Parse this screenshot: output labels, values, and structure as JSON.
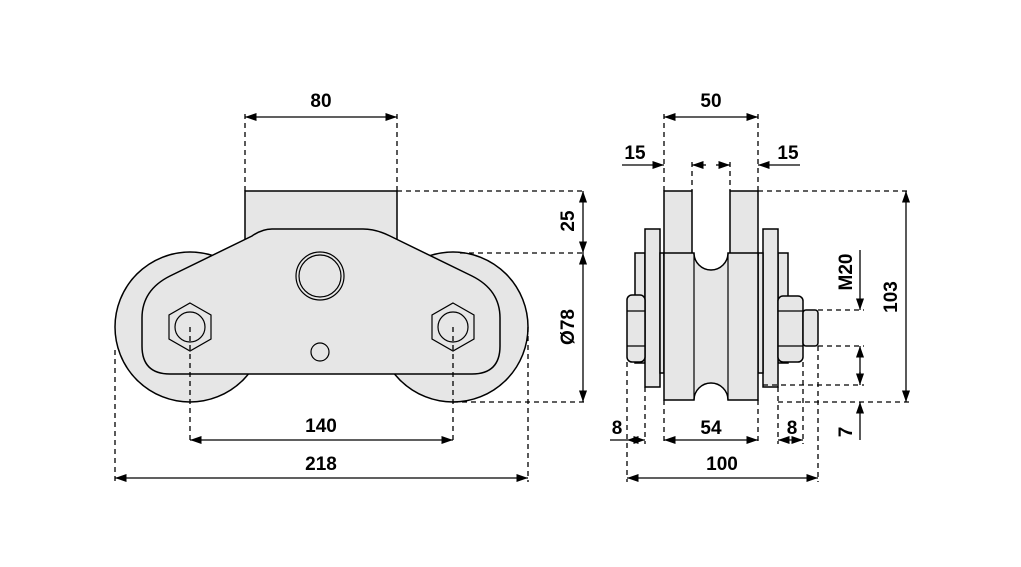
{
  "drawing": {
    "front_view": {
      "dim_top_block_width": "80",
      "dim_top_block_height": "25",
      "dim_wheel_diameter": "Ø78",
      "dim_axle_spacing": "140",
      "dim_overall_length": "218"
    },
    "side_view": {
      "dim_plate_span": "50",
      "dim_plate_left": "15",
      "dim_plate_right": "15",
      "dim_overall_height": "103",
      "dim_bolt_thread": "M20",
      "dim_groove_depth": "7",
      "dim_nut_left": "8",
      "dim_wheel_width": "54",
      "dim_nut_right": "8",
      "dim_overall_width": "100"
    }
  }
}
